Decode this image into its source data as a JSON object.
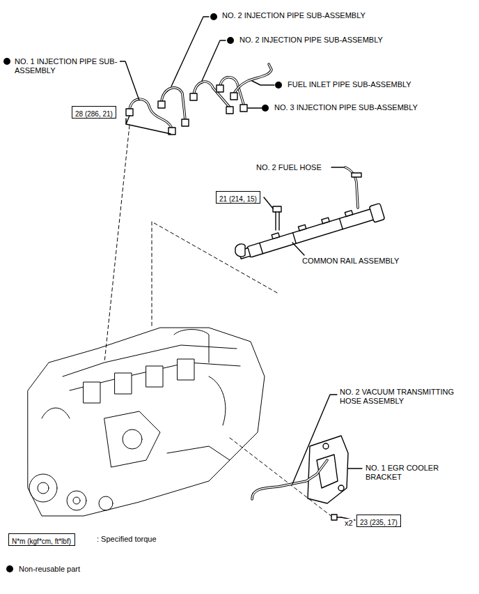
{
  "diagram": {
    "nodes": [
      {
        "text": [
          "28 (286, 21)"
        ]
      },
      {
        "text": [
          "21 (214, 15)"
        ]
      },
      {
        "text": [
          "23 (235, 17)"
        ]
      },
      {
        "text": [
          "N*m (kgf*cm, ft*lbf)"
        ]
      }
    ],
    "labels": [
      "NO. 2 INJECTION PIPE SUB-ASSEMBLY",
      "NO. 2 INJECTION PIPE SUB-ASSEMBLY",
      "NO. 1 INJECTION PIPE SUB-ASSEMBLY",
      "FUEL INLET PIPE SUB-ASSEMBLY",
      "NO. 3 INJECTION PIPE SUB-ASSEMBLY",
      "NO. 2 FUEL HOSE",
      "COMMON RAIL ASSEMBLY",
      "NO. 2 VACUUM TRANSMITTING HOSE ASSEMBLY",
      "NO. 1 EGR COOLER BRACKET",
      "x2"
    ],
    "legend": [
      {
        "text": ": Specified torque"
      },
      {
        "text": "Non-reusable part",
        "color": "#000000"
      }
    ]
  }
}
